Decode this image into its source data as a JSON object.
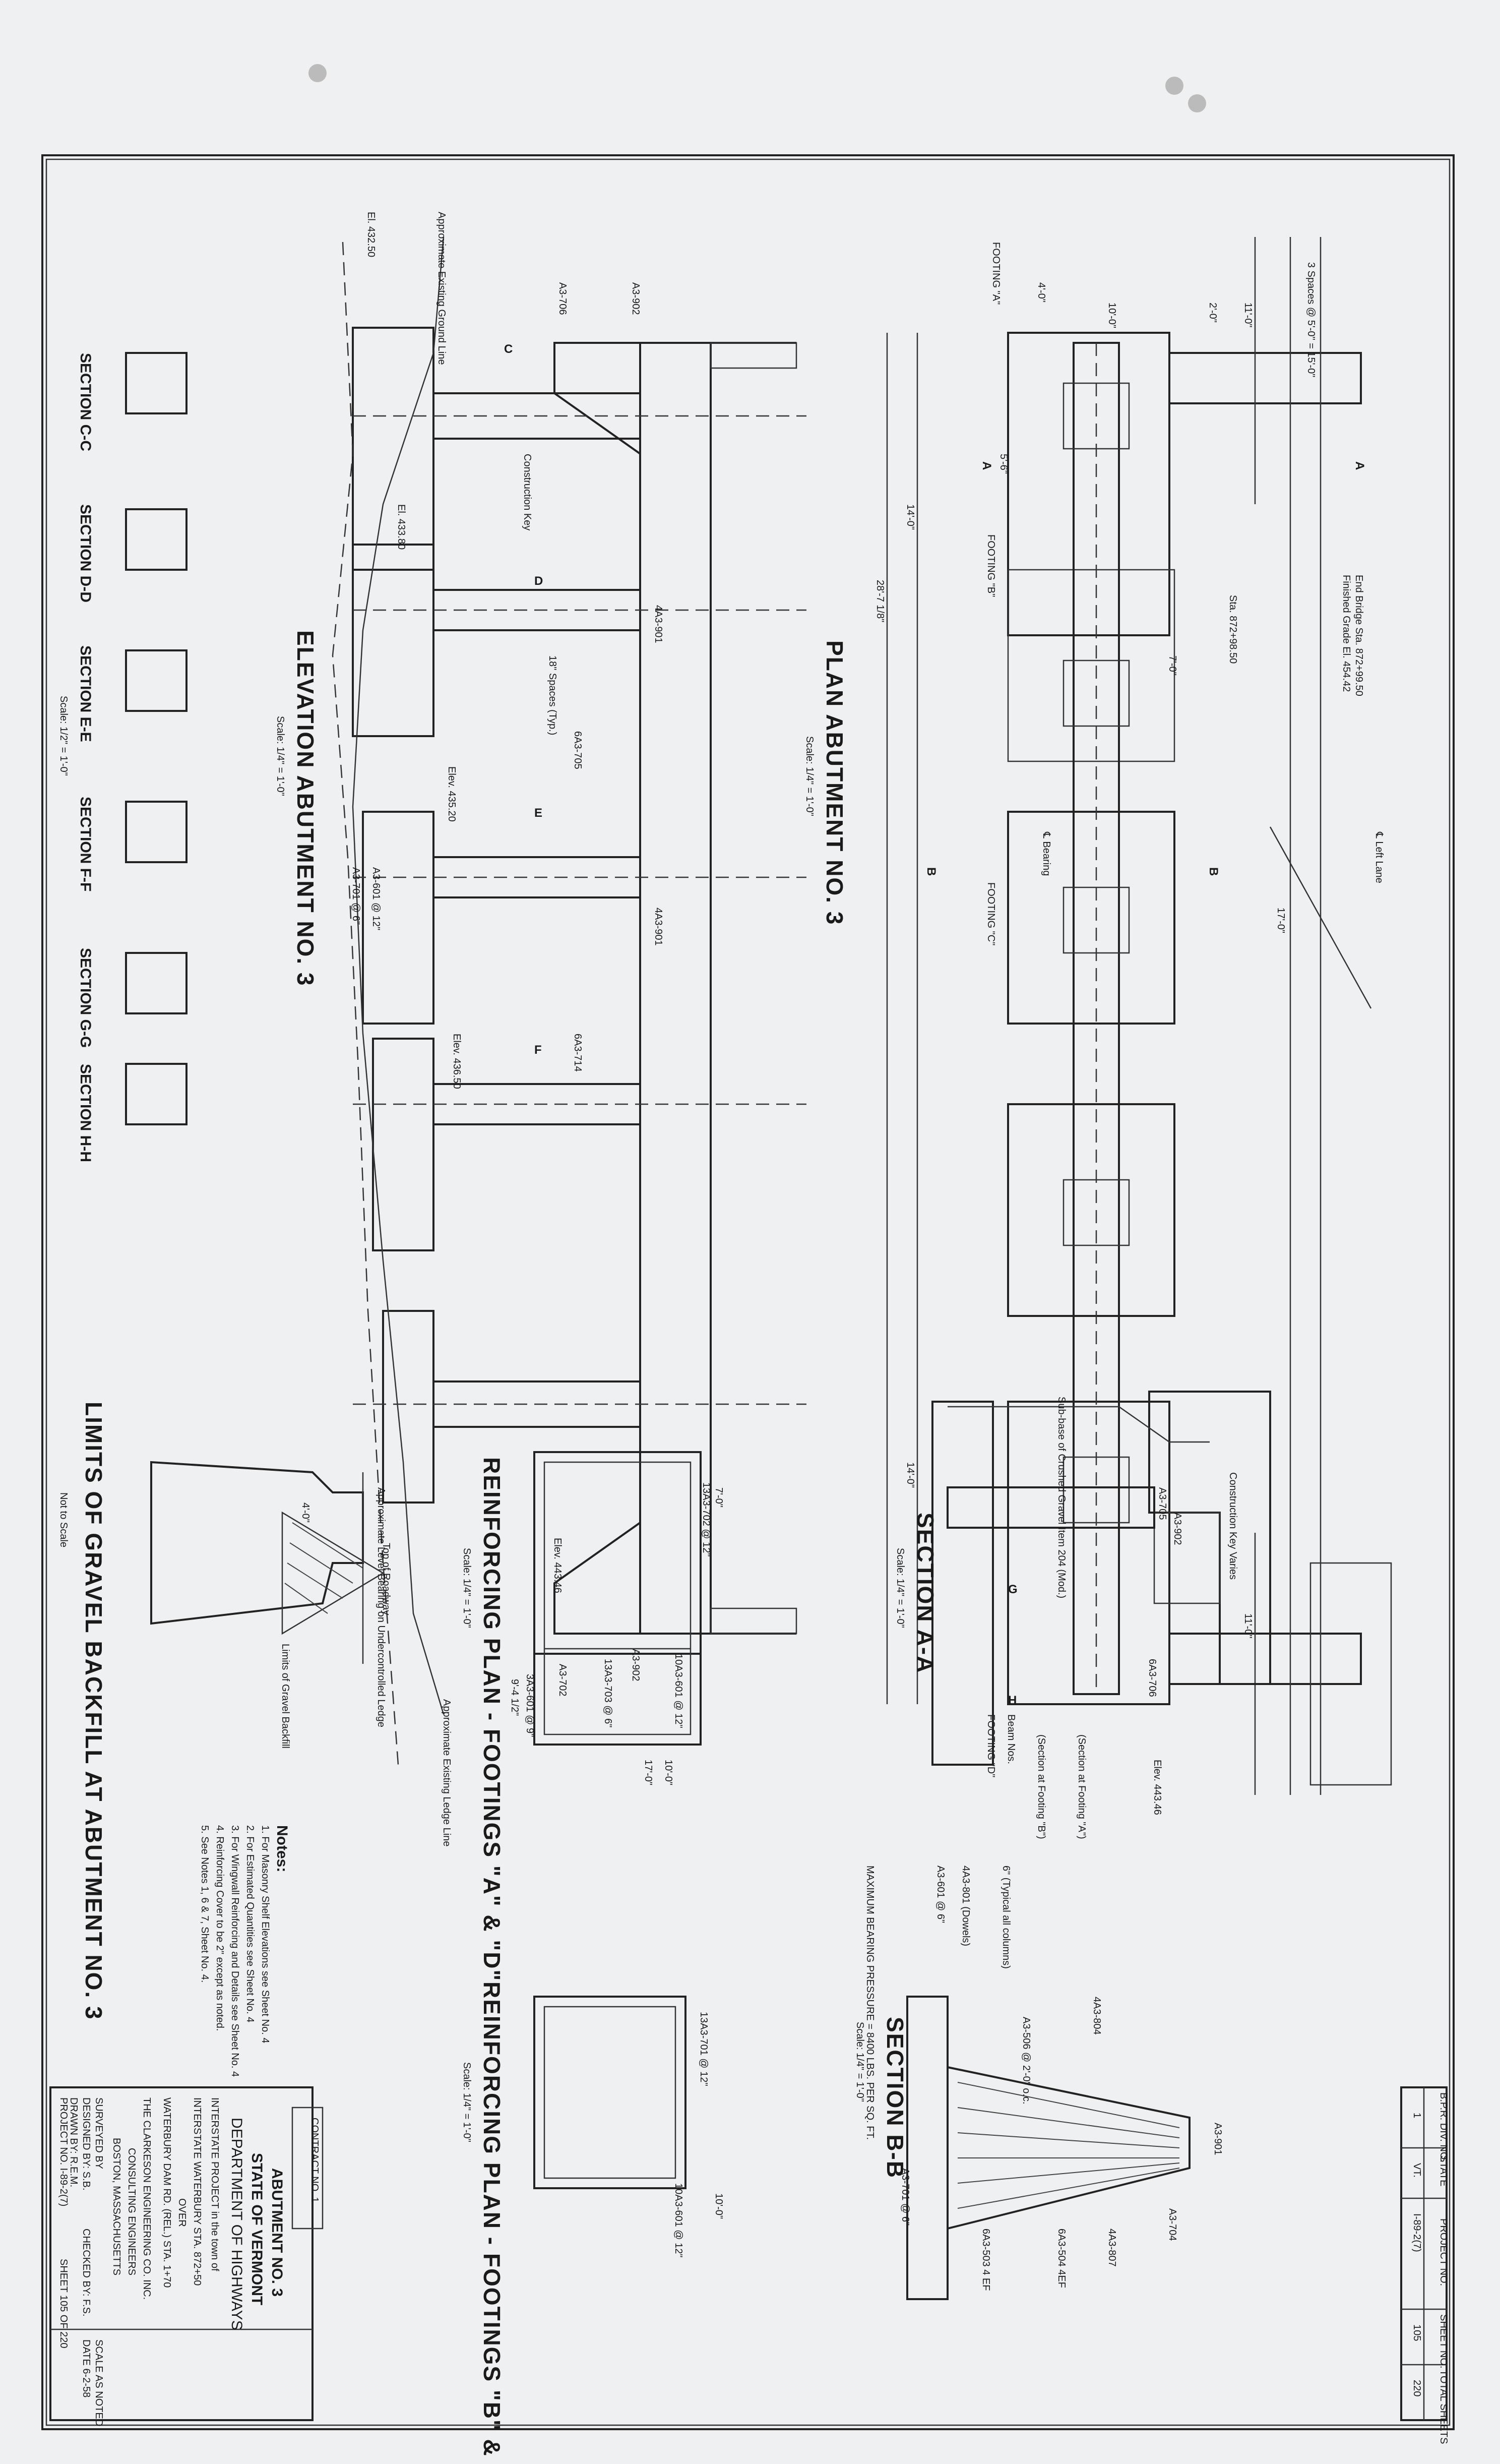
{
  "titles": {
    "plan": "PLAN ABUTMENT NO. 3",
    "plan_scale": "Scale: 1/4\" = 1'-0\"",
    "elevation": "ELEVATION ABUTMENT NO. 3",
    "elevation_scale": "Scale: 1/4\" = 1'-0\"",
    "section_aa": "SECTION A-A",
    "section_aa_scale": "Scale: 1/4\" = 1'-0\"",
    "section_bb": "SECTION B-B",
    "section_bb_scale": "Scale: 1/4\" = 1'-0\"",
    "reinf_ad": "REINFORCING PLAN - FOOTINGS \"A\" & \"D\"",
    "reinf_ad_scale": "Scale: 1/4\" = 1'-0\"",
    "reinf_bc": "REINFORCING PLAN - FOOTINGS \"B\" & \"C\"",
    "reinf_bc_scale": "Scale: 1/4\" = 1'-0\"",
    "gravel": "LIMITS OF GRAVEL BACKFILL AT ABUTMENT NO. 3",
    "gravel_scale": "Not to Scale",
    "sections_scale": "Scale: 1/2\" = 1'-0\""
  },
  "sections": [
    "SECTION C-C",
    "SECTION D-D",
    "SECTION E-E",
    "SECTION F-F",
    "SECTION G-G",
    "SECTION H-H"
  ],
  "plan_labels": {
    "top_dim": "3 Spaces @ 5'-0\" = 15'-0\"",
    "dim_17": "17'-0\"",
    "dim_11": "11'-0\"",
    "dim_4": "4'-0\"",
    "dim_2": "2'-0\"",
    "dim_10": "10'-0\"",
    "dim_7": "7'-0\"",
    "dim_5_6": "5'-6\"",
    "dim_14": "14'-0\"",
    "dim_28": "28'-7 1/8\"",
    "footing_a": "FOOTING \"A\"",
    "footing_b": "FOOTING \"B\"",
    "footing_c": "FOOTING \"C\"",
    "footing_d": "FOOTING \"D\"",
    "end_bridge": "End Bridge Sta. 872+99.50",
    "finished_grade": "Finished Grade El. 454.42",
    "sta": "Sta. 872+98.50",
    "left_lane": "℄ Left Lane",
    "bearing": "℄ Bearing",
    "beam_nos": "Beam Nos."
  },
  "elev_labels": {
    "approx_ground": "Approximate Existing Ground Line",
    "el_432": "El. 432.50",
    "el_433": "El. 433.80",
    "construction_key": "Construction Key",
    "bar_901": "4A3-901",
    "bar_902": "A3-902",
    "bar_705": "6A3-705",
    "bar_714": "6A3-714",
    "bar_702": "A3-702",
    "bar_706": "A3-706",
    "bar_601": "A3-601 @ 12\"",
    "bar_701": "A3-701 @ 6\"",
    "elev_435": "Elev. 435.20",
    "elev_436": "Elev. 436.50",
    "elev_443": "Elev. 443.46",
    "spaces": "18\" Spaces (Typ.)",
    "ledge": "Approximate Level Bearing on Undercontrolled Ledge",
    "approx_ledge": "Approximate Existing Ledge Line"
  },
  "section_labels": {
    "sub_base": "Sub-base of Crushed Gravel Item 204 (Mod.)",
    "construction_key": "Construction Key Varies",
    "bar_902": "A3-902",
    "bar_705": "A3-705",
    "bar_706": "6A3-706",
    "elev": "Elev. 443.46",
    "section_footing_a": "(Section at Footing \"A\")",
    "section_footing_b": "(Section at Footing \"B\")",
    "bearing": "MAXIMUM BEARING PRESSURE = 8400 LBS. PER SQ. FT.",
    "bar_901": "A3-901",
    "bar_704": "A3-704",
    "bar_506": "A3-506 @ 2'-0\" o.c.",
    "bar_807": "4A3-807",
    "bar_804": "4A3-804",
    "bar_801": "4A3-801 (Dowels)",
    "bar_504": "6A3-504 4EF",
    "bar_503": "6A3-503 4 EF",
    "bar_701_6": "A3-701 @ 6\"",
    "bar_601_6": "A3-601 @ 6\"",
    "typical": "6\" (Typical all columns)"
  },
  "reinf_labels": {
    "ad_top": "7'-0\"",
    "ad_bar1": "13A3-702 @ 12\"",
    "ad_bar2": "10A3-601 @ 12\"",
    "ad_bar3": "13A3-703 @ 6\"",
    "ad_bar4": "3A3-601 @ 9\"",
    "ad_dim": "9'-4 1/2\"",
    "ad_dim_17": "17'-0\"",
    "ad_dim_10": "10'-0\"",
    "bc_bar1": "13A3-701 @ 12\"",
    "bc_bar2": "10A3-601 @ 12\"",
    "bc_dim": "10'-0\""
  },
  "gravel_labels": {
    "top_roadway": "Top of Roadway",
    "limits": "Limits of Gravel Backfill",
    "dim": "4'-0\""
  },
  "notes": {
    "heading": "Notes:",
    "items": [
      "1. For Masonry Shelf Elevations see Sheet No. 4",
      "2. For Estimated Quantities see Sheet No. 4",
      "3. For Wingwall Reinforcing and Details see Sheet No. 4",
      "4. Reinforcing Cover to be 2\" except as noted.",
      "5. See Notes 1, 6 & 7, Sheet No. 4."
    ]
  },
  "title_block": {
    "contract": "CONTRACT NO. 1",
    "drawing_title": "ABUTMENT NO. 3",
    "state": "STATE OF VERMONT",
    "dept": "DEPARTMENT OF HIGHWAYS",
    "project": "INTERSTATE PROJECT in the town of",
    "town": "INTERSTATE WATERBURY STA. 872+50",
    "over": "OVER",
    "road": "WATERBURY DAM RD. (REL.) STA. 1+70",
    "firm": "THE CLARKESON ENGINEERING CO. INC.",
    "firm2": "CONSULTING ENGINEERS",
    "city": "BOSTON, MASSACHUSETTS",
    "surveyed": "SURVEYED BY",
    "designed": "DESIGNED BY: S.B.",
    "drawn": "DRAWN BY: R.E.M.",
    "checked": "CHECKED BY: F.S.",
    "scale": "SCALE AS NOTED",
    "date": "DATE 6-2-58",
    "project_no": "PROJECT NO. I-89-2(7)",
    "sheet": "SHEET 105 OF 220"
  },
  "corner_block": {
    "fed_road": "B.P.R. DIV. NO.",
    "state": "STATE",
    "project_no": "PROJECT NO.",
    "sheet_no": "SHEET NO.",
    "total": "TOTAL SHEETS",
    "v1": "1",
    "v2": "VT.",
    "v3": "I-89-2(7)",
    "v4": "105",
    "v5": "220"
  }
}
